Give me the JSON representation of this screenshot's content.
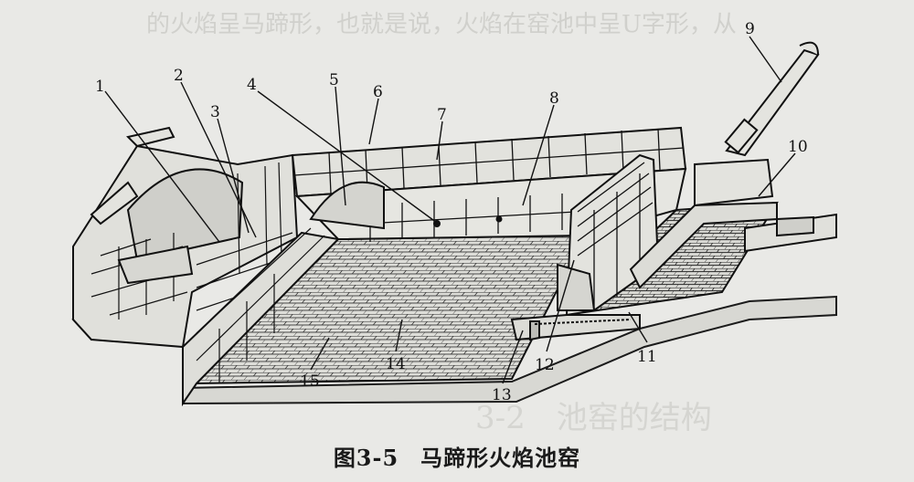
{
  "figure": {
    "number": "图3-5",
    "title": "马蹄形火焰池窑"
  },
  "bleed_text": {
    "top_line": "的火焰呈马蹄形，也就是说，火焰在窑池中呈U字形，从",
    "bottom_heading": "3-2　池窑的结构"
  },
  "callouts": [
    {
      "id": "1",
      "label": "1"
    },
    {
      "id": "2",
      "label": "2"
    },
    {
      "id": "3",
      "label": "3"
    },
    {
      "id": "4",
      "label": "4"
    },
    {
      "id": "5",
      "label": "5"
    },
    {
      "id": "6",
      "label": "6"
    },
    {
      "id": "7",
      "label": "7"
    },
    {
      "id": "8",
      "label": "8"
    },
    {
      "id": "9",
      "label": "9"
    },
    {
      "id": "10",
      "label": "10"
    },
    {
      "id": "11",
      "label": "11"
    },
    {
      "id": "12",
      "label": "12"
    },
    {
      "id": "13",
      "label": "13"
    },
    {
      "id": "14",
      "label": "14"
    },
    {
      "id": "15",
      "label": "15"
    }
  ]
}
